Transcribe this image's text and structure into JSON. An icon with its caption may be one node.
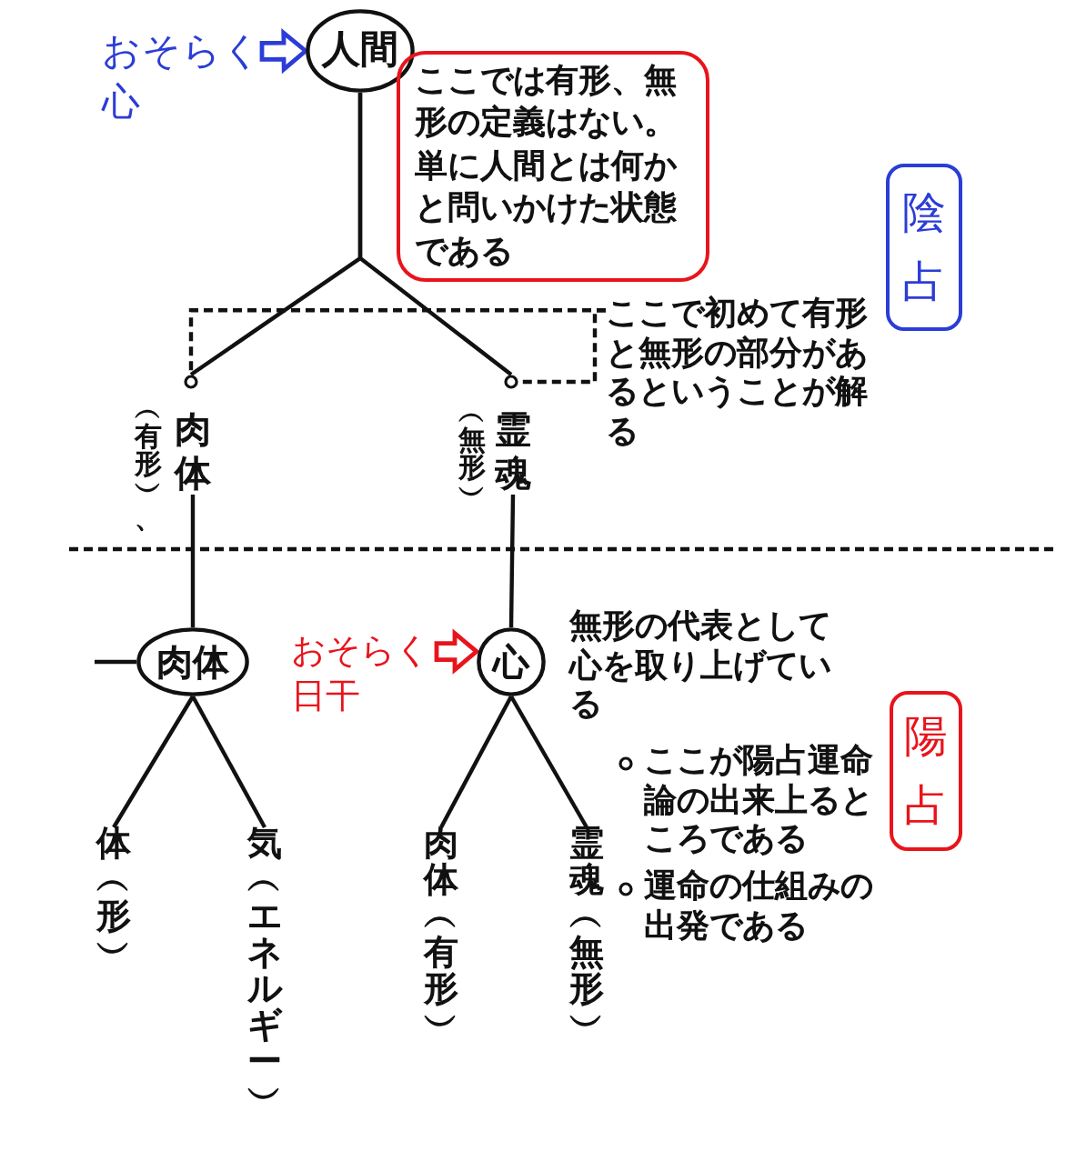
{
  "diagram": {
    "nodes": [
      {
        "text": [
          "おそらく心"
        ]
      },
      {
        "text": [
          "人間"
        ]
      },
      {
        "text": [
          "ここでは有形、無形の定義はない。単に人間とは何かと問いかけた状態である"
        ]
      },
      {
        "text": [
          "陰占"
        ]
      },
      {
        "text": [
          "ここで初めて有形と無形の部分があるということが解る"
        ]
      },
      {
        "text": [],
        "shape": "circle"
      },
      {
        "text": [],
        "shape": "circle"
      },
      {
        "text": [
          "肉体"
        ],
        "beside": [
          "︵有形︶、"
        ]
      },
      {
        "text": [
          "霊魂"
        ],
        "beside": [
          "︵無形︶"
        ]
      },
      {
        "text": [
          "肉体"
        ]
      },
      {
        "text": [
          "おそらく日干"
        ]
      },
      {
        "text": [
          "心"
        ]
      },
      {
        "text": [
          "陽占"
        ]
      },
      {
        "text": [
          "体︵形︶"
        ]
      },
      {
        "text": [
          "気︵エネルギー︶"
        ]
      },
      {
        "text": [
          "肉体︵有形︶"
        ]
      },
      {
        "text": [
          "霊魂︵無形︶"
        ]
      }
    ],
    "edges": [
      {
        "from": 0,
        "to": 1,
        "arrow": "to",
        "style": "thick",
        "color": "#2b3dd6"
      },
      {
        "from": 1,
        "to": 5,
        "arrow": "none"
      },
      {
        "from": 1,
        "to": 6,
        "arrow": "none"
      },
      {
        "from": 4,
        "to": 5,
        "arrow": "none",
        "style": "dashed"
      },
      {
        "from": 4,
        "to": 6,
        "arrow": "none",
        "style": "dashed"
      },
      {
        "from": 7,
        "to": 9,
        "arrow": "none"
      },
      {
        "from": 8,
        "to": 11,
        "arrow": "none"
      },
      {
        "from": null,
        "to": 9,
        "arrow": "none"
      },
      {
        "from": 10,
        "to": 11,
        "arrow": "to",
        "style": "thick",
        "color": "#e8141c"
      },
      {
        "from": 9,
        "to": 13,
        "arrow": "none"
      },
      {
        "from": 9,
        "to": 14,
        "arrow": "none"
      },
      {
        "from": 11,
        "to": 15,
        "arrow": "none"
      },
      {
        "from": 11,
        "to": 16,
        "arrow": "none"
      }
    ],
    "labels": [
      "無形の代表として心を取り上げている",
      "ここが陽占運命論の出来上るところである",
      "運命の仕組みの出発である"
    ]
  }
}
